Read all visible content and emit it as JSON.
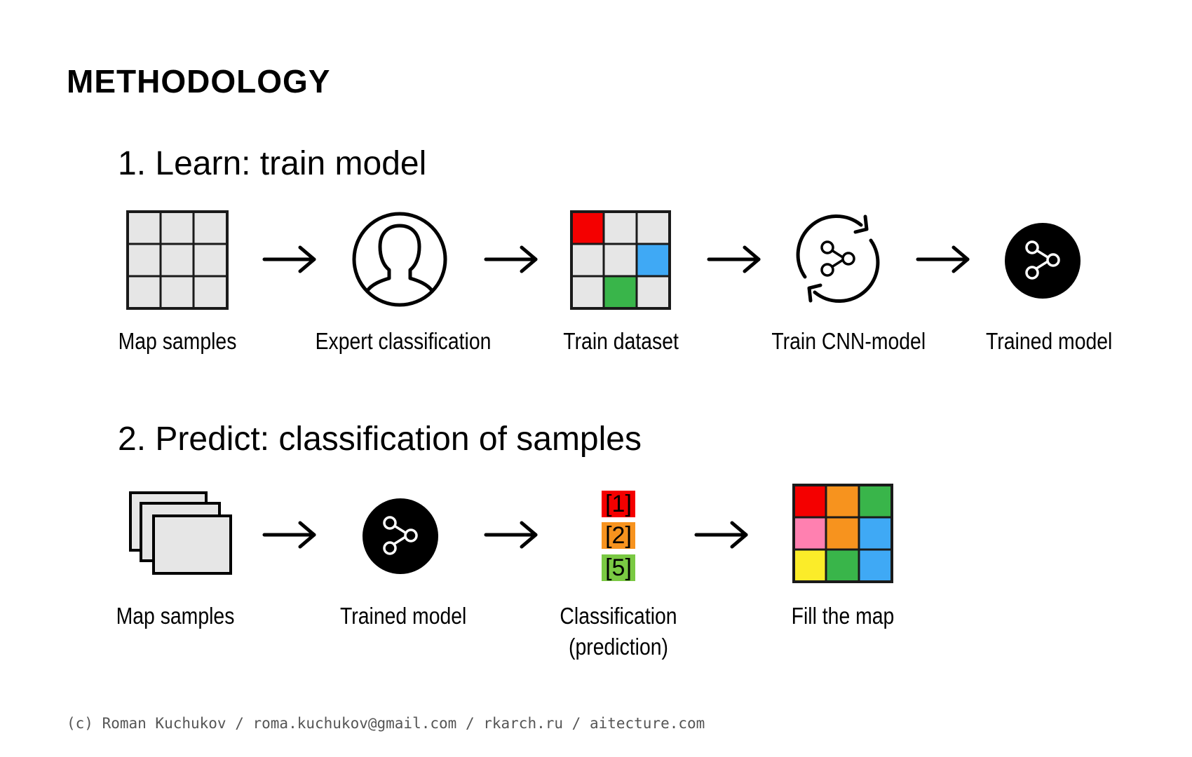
{
  "title": "METHODOLOGY",
  "colors": {
    "cell": "#e6e6e6",
    "red": "#f40000",
    "blue": "#3fa9f5",
    "green": "#39b54a",
    "orange": "#f7931e",
    "pink": "#ff80b0",
    "yellow": "#fbec29",
    "badge_green": "#7ac943"
  },
  "learn": {
    "heading": "1. Learn:  train model",
    "steps": [
      {
        "label": "Map samples",
        "icon": "grid-icon"
      },
      {
        "label": "Expert classification",
        "icon": "person-icon"
      },
      {
        "label": "Train dataset",
        "icon": "colored-grid-icon"
      },
      {
        "label": "Train CNN-model",
        "icon": "refresh-share-icon"
      },
      {
        "label": "Trained model",
        "icon": "share-circle-icon"
      }
    ]
  },
  "predict": {
    "heading": "2. Predict:  classification of samples",
    "steps": [
      {
        "label": "Map samples",
        "icon": "stacked-cards-icon"
      },
      {
        "label": "Trained model",
        "icon": "share-circle-icon"
      },
      {
        "label": "Classification\n(prediction)",
        "icon": "class-badges-icon"
      },
      {
        "label": "Fill the map",
        "icon": "filled-map-icon"
      }
    ],
    "badges": [
      "[1]",
      "[2]",
      "[5]"
    ]
  },
  "footer": "(c) Roman Kuchukov / roma.kuchukov@gmail.com / rkarch.ru / aitecture.com"
}
